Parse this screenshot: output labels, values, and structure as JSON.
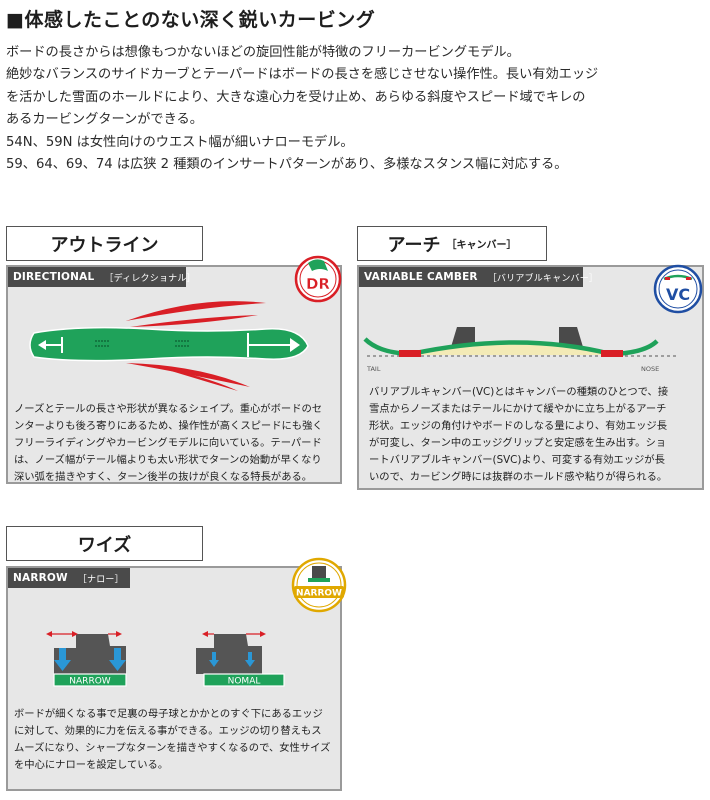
{
  "header": {
    "title": "■体感したことのない深く鋭いカービング"
  },
  "intro": {
    "lines": [
      "ボードの長さからは想像もつかないほどの旋回性能が特徴のフリーカービングモデル。",
      "絶妙なバランスのサイドカーブとテーパードはボードの長さを感じさせない操作性。長い有効エッジ",
      "を活かした雪面のホールドにより、大きな遠心力を受け止め、あらゆる斜度やスピード域でキレの",
      "あるカービングターンができる。",
      "54N、59N は女性向けのウエスト幅が細いナローモデル。",
      "59、64、69、74 は広狭 2 種類のインサートパターンがあり、多様なスタンス幅に対応する。"
    ]
  },
  "outline": {
    "tab": "アウトライン",
    "label_en": "DIRECTIONAL",
    "label_jp": "［ディレクショナル］",
    "badge": "DR",
    "text": [
      "ノーズとテールの長さや形状が異なるシェイプ。重心がボードのセ",
      "ンターよりも後ろ寄りにあるため、操作性が高くスピードにも強く",
      "フリーライディングやカービングモデルに向いている。テーパード",
      "は、ノーズ幅がテール幅よりも太い形状でターンの始動が早くなり",
      "深い弧を描きやすく、ターン後半の抜けが良くなる特長がある。"
    ]
  },
  "arch": {
    "tab": "アーチ",
    "tab_sub": "［キャンバー］",
    "label_en": "VARIABLE CAMBER",
    "label_jp": "［バリアブルキャンバー］",
    "badge": "VC",
    "tail": "TAIL",
    "nose": "NOSE",
    "text": [
      "バリアブルキャンバー(VC)とはキャンバーの種類のひとつで、接",
      "雪点からノーズまたはテールにかけて緩やかに立ち上がるアーチ",
      "形状。エッジの角付けやボードのしなる量により、有効エッジ長",
      "が可変し、ターン中のエッジグリップと安定感を生み出す。ショ",
      "ートバリアブルキャンバー(SVC)より、可変する有効エッジが長",
      "いので、カービング時には抜群のホールド感や粘りが得られる。"
    ]
  },
  "waist": {
    "tab": "ワイズ",
    "label_en": "NARROW",
    "label_jp": "［ナロー］",
    "badge": "NARROW",
    "narrow_label": "NARROW",
    "nomal_label": "NOMAL",
    "text": [
      "ボードが細くなる事で足裏の母子球とかかとのすぐ下にあるエッジ",
      "に対して、効果的に力を伝える事ができる。エッジの切り替えもス",
      "ムーズになり、シャープなターンを描きやすくなるので、女性サイズ",
      "を中心にナローを設定している。"
    ]
  },
  "colors": {
    "green": "#1fa25a",
    "red": "#d91f26",
    "dark": "#4a4a4a",
    "panel": "#e7e7e7"
  }
}
